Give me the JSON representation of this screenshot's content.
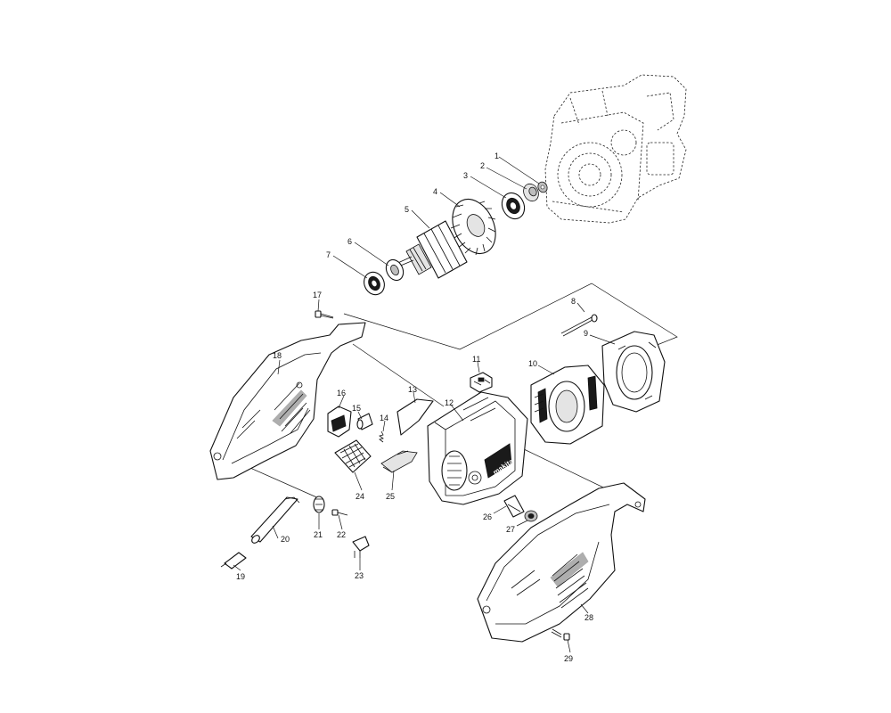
{
  "labels": [
    "1",
    "2",
    "3",
    "4",
    "5",
    "6",
    "7",
    "8",
    "9",
    "10",
    "11",
    "12",
    "13",
    "14",
    "15",
    "16",
    "17",
    "18",
    "19",
    "20",
    "21",
    "22",
    "23",
    "24",
    "25",
    "26",
    "27",
    "28",
    "29"
  ],
  "brand_text": "makita",
  "colors": {
    "line": "#111111",
    "background": "#ffffff",
    "shade": "#bdbdbd"
  }
}
